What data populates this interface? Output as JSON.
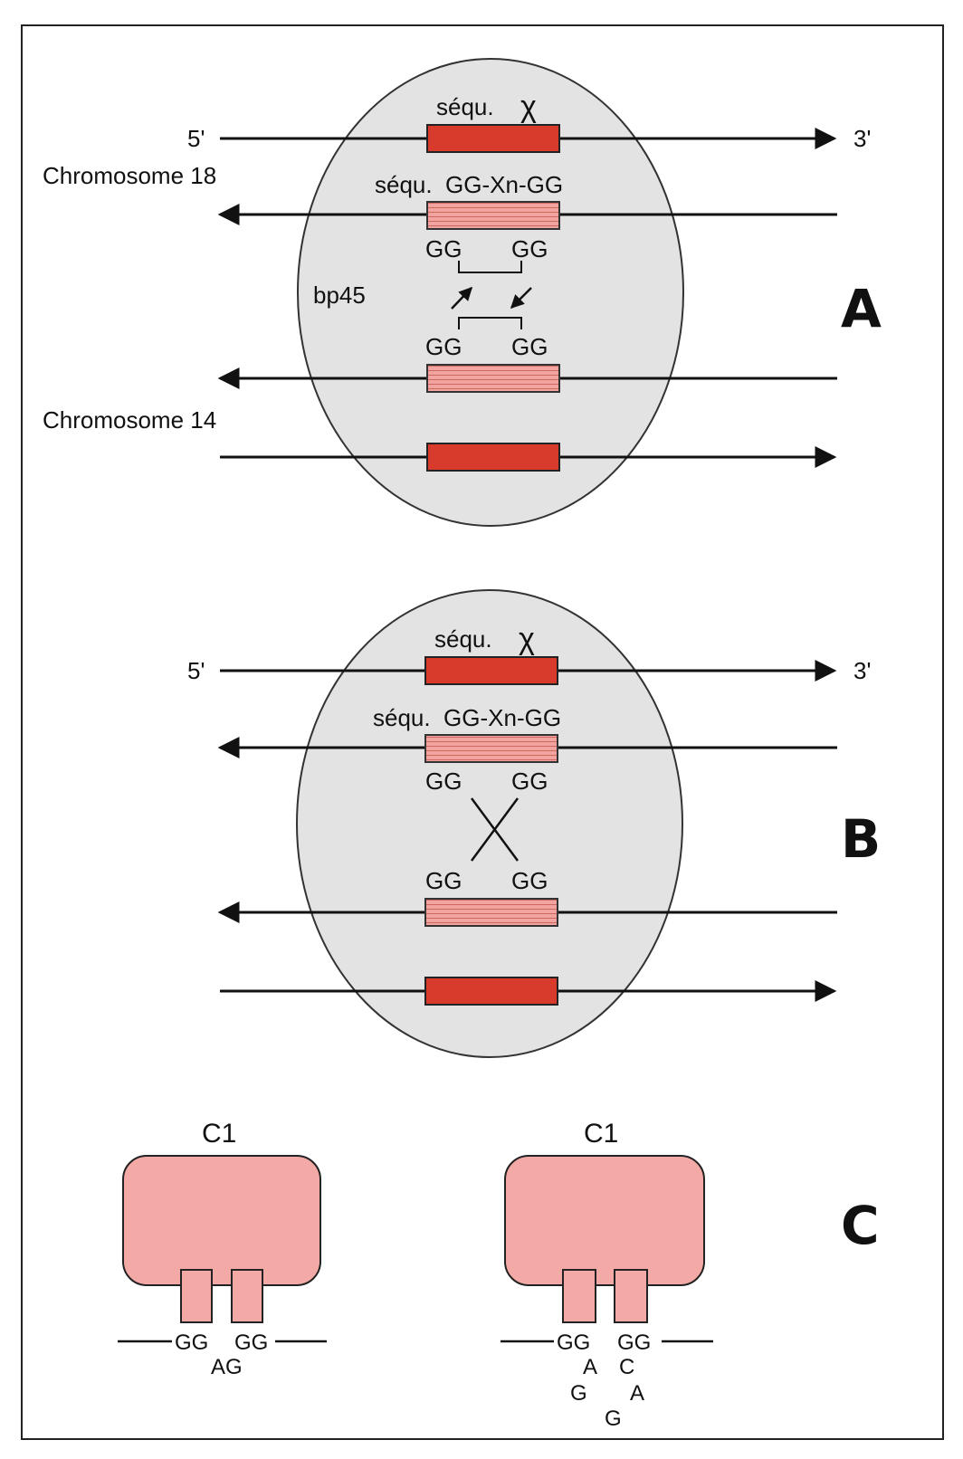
{
  "panels": {
    "A": {
      "letter": "A",
      "label_5prime": "5'",
      "label_3prime": "3'",
      "chi_label": "séqu.",
      "chi_symbol": "χ",
      "seq_label": "séqu.  GG-Xn-GG",
      "chromosome_top": "Chromosome 18",
      "chromosome_bottom": "Chromosome 14",
      "protein": "bp45",
      "gg_top_left": "GG",
      "gg_top_right": "GG",
      "gg_bottom_left": "GG",
      "gg_bottom_right": "GG"
    },
    "B": {
      "letter": "B",
      "label_5prime": "5'",
      "label_3prime": "3'",
      "chi_label": "séqu.",
      "chi_symbol": "χ",
      "seq_label": "séqu.  GG-Xn-GG",
      "gg_top_left": "GG",
      "gg_top_right": "GG",
      "gg_bottom_left": "GG",
      "gg_bottom_right": "GG"
    },
    "C": {
      "letter": "C",
      "left": {
        "title": "C1",
        "gg_left": "GG",
        "gg_right": "GG",
        "loop": "AG"
      },
      "right": {
        "title": "C1",
        "gg_left": "GG",
        "gg_right": "GG",
        "loop_1": "A",
        "loop_2": "C",
        "loop_3": "G",
        "loop_4": "A",
        "loop_5": "G"
      }
    }
  },
  "colors": {
    "ellipse_fill": "#e3e3e3",
    "chi_box": "#d83a2c",
    "seq_box": "#f2a5a0",
    "protein_fill": "#f3aaa6",
    "line": "#111111"
  }
}
